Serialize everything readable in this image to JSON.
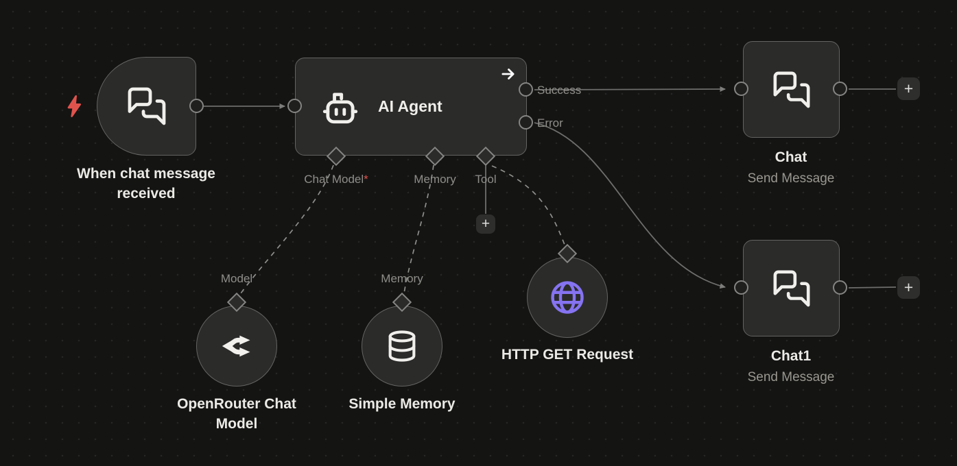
{
  "workflow": {
    "trigger": {
      "title": "When chat message received"
    },
    "agent": {
      "title": "AI Agent",
      "outputs": {
        "success": "Success",
        "error": "Error"
      },
      "inputs": {
        "chat_model": "Chat Model",
        "required_marker": "*",
        "memory": "Memory",
        "tool": "Tool"
      }
    },
    "model_node": {
      "port_label": "Model",
      "title": "OpenRouter Chat Model"
    },
    "memory_node": {
      "port_label": "Memory",
      "title": "Simple Memory"
    },
    "tool_node": {
      "title": "HTTP GET Request"
    },
    "chat_node": {
      "title": "Chat",
      "subtitle": "Send Message"
    },
    "chat1_node": {
      "title": "Chat1",
      "subtitle": "Send Message"
    },
    "add_button": "+"
  },
  "icons": {
    "trigger_badge": "lightning-bolt-icon",
    "trigger": "chat-bubbles-icon",
    "agent": "robot-icon",
    "agent_corner": "arrow-right-icon",
    "model_node": "openrouter-fork-icon",
    "memory_node": "database-icon",
    "tool_node": "globe-icon",
    "chat_nodes": "chat-bubbles-icon"
  },
  "colors": {
    "canvas_bg": "#141413",
    "node_fill": "#2b2b2a",
    "node_border": "#646462",
    "wire": "#6e6e6c",
    "dashed_wire": "#979794",
    "text_primary": "#ebeae6",
    "text_secondary": "#99978f",
    "port_label": "#8f8e8a",
    "required_red": "#e0524c",
    "bolt_red": "#e0534d",
    "globe_purple": "#8573f1"
  }
}
